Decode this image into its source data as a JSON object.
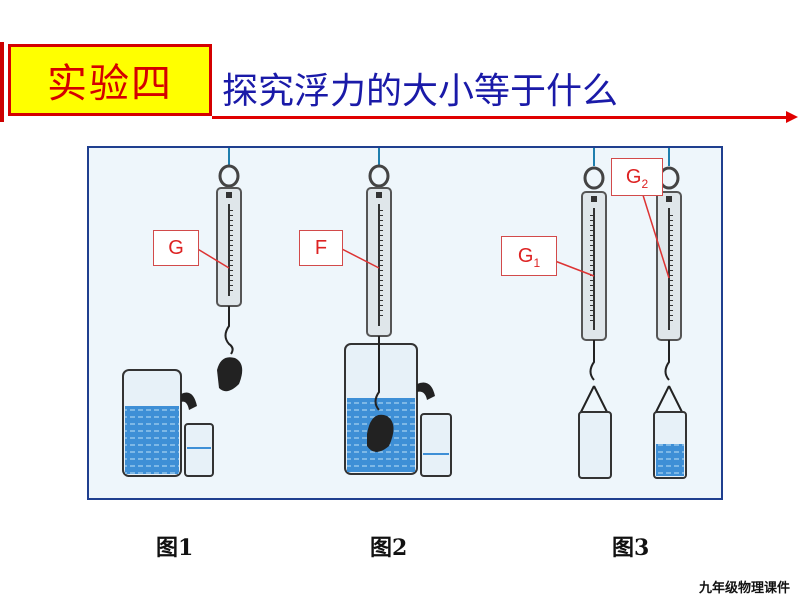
{
  "header": {
    "title": "实验四",
    "subtitle": "探究浮力的大小等于什么"
  },
  "figures": {
    "labels": {
      "g": "G",
      "f": "F",
      "g1_main": "G",
      "g1_sub": "1",
      "g2_main": "G",
      "g2_sub": "2"
    },
    "captions": [
      "图1",
      "图2",
      "图3"
    ]
  },
  "footer": {
    "text": "九年级物理课件"
  },
  "colors": {
    "title_bg": "#ffff00",
    "title_border": "#d40000",
    "subtitle": "#1a1aa8",
    "water": "#4a93d6"
  }
}
